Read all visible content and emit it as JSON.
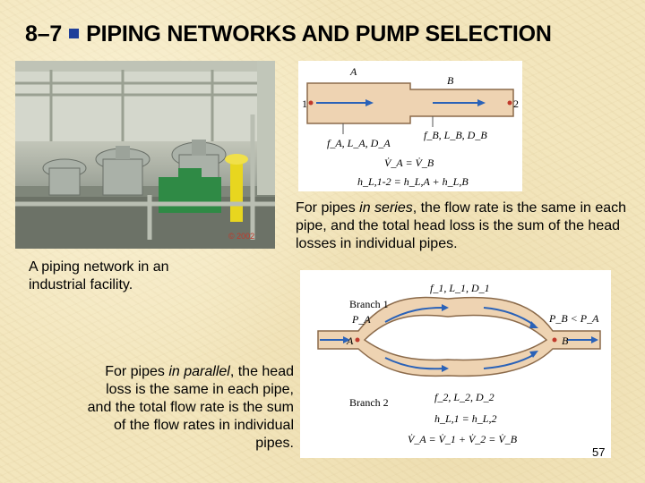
{
  "slide": {
    "section_number": "8–7",
    "title": "PIPING NETWORKS AND PUMP SELECTION",
    "page_number": "57"
  },
  "photo": {
    "caption_line1": "A piping network in an",
    "caption_line2": "industrial facility.",
    "copyright": "© 2002"
  },
  "series": {
    "pipe_a": "A",
    "pipe_b": "B",
    "point_1": "1",
    "point_2": "2",
    "params_a": "f_A, L_A, D_A",
    "params_b": "f_B, L_B, D_B",
    "flow_eq": "V̇_A = V̇_B",
    "loss_eq": "h_L,1-2 = h_L,A + h_L,B",
    "text_before": "For pipes ",
    "text_em": "in series",
    "text_after": ", the flow rate is the same in each pipe, and the total head loss is the sum of the head losses in individual pipes."
  },
  "parallel": {
    "branch1": "Branch 1",
    "branch2": "Branch 2",
    "point_a": "A",
    "point_b": "B",
    "pressure_a": "P_A",
    "pressure_cmp": "P_B < P_A",
    "params1": "f_1, L_1, D_1",
    "params2": "f_2, L_2, D_2",
    "loss_eq": "h_L,1 = h_L,2",
    "flow_eq": "V̇_A = V̇_1 + V̇_2 = V̇_B",
    "text_before": "For pipes ",
    "text_em": "in parallel",
    "text_after": ", the head loss is the same in each pipe, and the total flow rate is the sum of the flow rates in individual pipes."
  }
}
